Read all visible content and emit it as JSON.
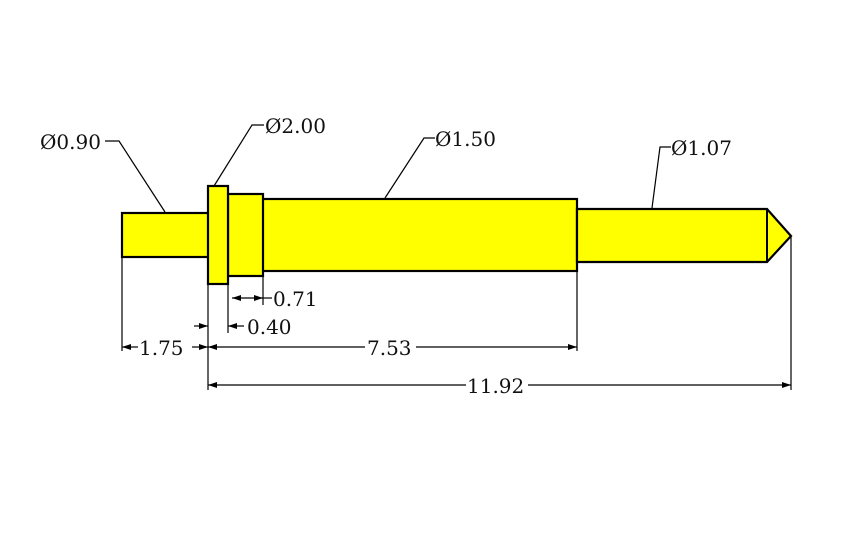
{
  "drawing": {
    "fill_color": "#ffff00",
    "outline_color": "#000000",
    "diameters": {
      "tip": "Ø0.90",
      "collar": "Ø2.00",
      "barrel": "Ø1.50",
      "plunger": "Ø1.07"
    },
    "lengths": {
      "step_width": "0.71",
      "collar_width": "0.40",
      "tip_length": "1.75",
      "body_length": "7.53",
      "overall_length": "11.92"
    }
  }
}
